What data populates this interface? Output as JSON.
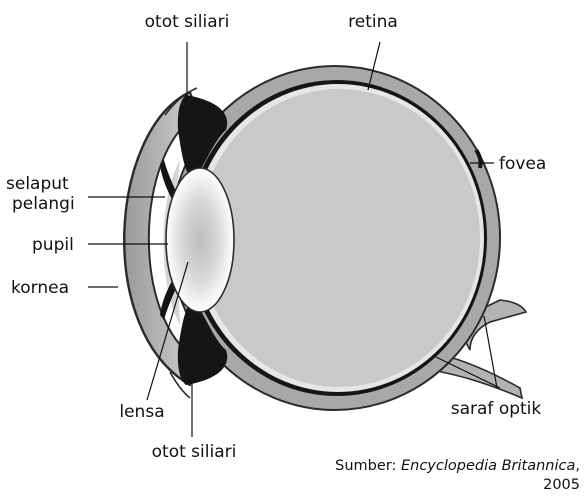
{
  "labels": {
    "ciliary_top": "otot siliari",
    "retina": "retina",
    "fovea": "fovea",
    "iris_line1": "selaput",
    "iris_line2": "pelangi",
    "pupil": "pupil",
    "cornea": "kornea",
    "lens": "lensa",
    "ciliary_bottom": "otot siliari",
    "optic_nerve": "saraf optik"
  },
  "source": {
    "prefix": "Sumber: ",
    "title": "Encyclopedia Britannica",
    "suffix": ",",
    "year": "2005"
  },
  "colors": {
    "sclera": "#a8a8a8",
    "eyeball": "#c9c9c9",
    "dark_layer": "#151515",
    "lens_fill": "#f4f4f4",
    "cornea_fill": "#bdbdbd",
    "outline": "#2b2b2b"
  }
}
